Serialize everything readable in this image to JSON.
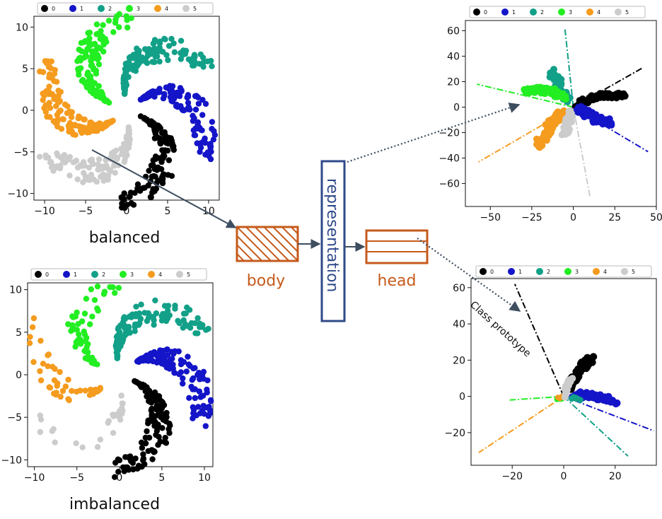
{
  "colors": {
    "c0": "#000000",
    "c1": "#1414c8",
    "c2": "#12a088",
    "c3": "#22ee22",
    "c4": "#f59b1e",
    "c5": "#cccccc",
    "box": "#c55a1b",
    "rep": "#2f4a8a",
    "arrow": "#3e4e60"
  },
  "labels": {
    "balanced": "balanced",
    "imbalanced": "imbalanced",
    "body": "body",
    "head": "head",
    "representation": "representation",
    "class_prototype": "Class prototype"
  },
  "legend": [
    "0",
    "1",
    "2",
    "3",
    "4",
    "5"
  ],
  "chart_data": [
    {
      "type": "scatter",
      "name_ref": "balanced",
      "xlim": [
        -11.3,
        11.3
      ],
      "ylim": [
        -10.8,
        11.3
      ],
      "xticks": [
        "−10",
        "−5",
        "0",
        "5",
        "10"
      ],
      "xtick_vals": [
        -10,
        -5,
        0,
        5,
        10
      ],
      "yticks": [
        "10",
        "5",
        "0",
        "−5",
        "−10"
      ],
      "ytick_vals": [
        10,
        5,
        0,
        -5,
        -10
      ],
      "series": [
        "0",
        "1",
        "2",
        "3",
        "4",
        "5"
      ],
      "shape": "six crescent arms of equal size"
    },
    {
      "type": "scatter",
      "name_ref": "imbalanced",
      "xlim": [
        -10.8,
        11.0
      ],
      "ylim": [
        -10.8,
        10.8
      ],
      "xticks": [
        "−10",
        "−5",
        "0",
        "5",
        "10"
      ],
      "xtick_vals": [
        -10,
        -5,
        0,
        5,
        10
      ],
      "yticks": [
        "10",
        "5",
        "0",
        "−5",
        "−10"
      ],
      "ytick_vals": [
        10,
        5,
        0,
        -5,
        -10
      ],
      "series": [
        "0",
        "1",
        "2",
        "3",
        "4",
        "5"
      ],
      "shape": "six crescent arms, classes 3, 4 and 5 sparse"
    },
    {
      "type": "scatter",
      "name_ref": "balanced representation",
      "xlim": [
        -65,
        50
      ],
      "ylim": [
        -78,
        68
      ],
      "xticks": [
        "−50",
        "−25",
        "0",
        "25",
        "50"
      ],
      "xtick_vals": [
        -50,
        -25,
        0,
        25,
        50
      ],
      "yticks": [
        "60",
        "40",
        "20",
        "0",
        "−20",
        "−40",
        "−60"
      ],
      "ytick_vals": [
        60,
        40,
        20,
        0,
        -20,
        -40,
        -60
      ],
      "series": [
        "0",
        "1",
        "2",
        "3",
        "4",
        "5"
      ],
      "prototypes": [
        {
          "series": "0",
          "end": [
            42,
            31
          ]
        },
        {
          "series": "1",
          "end": [
            45,
            -35
          ]
        },
        {
          "series": "2",
          "end": [
            -5,
            61
          ]
        },
        {
          "series": "3",
          "end": [
            -58,
            18
          ]
        },
        {
          "series": "4",
          "end": [
            -57,
            -43
          ]
        },
        {
          "series": "5",
          "end": [
            10,
            -70
          ]
        }
      ]
    },
    {
      "type": "scatter",
      "name_ref": "imbalanced representation",
      "xlim": [
        -36,
        36
      ],
      "ylim": [
        -38,
        65
      ],
      "xticks": [
        "−20",
        "0",
        "20"
      ],
      "xtick_vals": [
        -20,
        0,
        20
      ],
      "yticks": [
        "60",
        "40",
        "20",
        "0",
        "−20"
      ],
      "ytick_vals": [
        60,
        40,
        20,
        0,
        -20
      ],
      "series": [
        "0",
        "1",
        "2",
        "3",
        "4",
        "5"
      ],
      "prototypes": [
        {
          "series": "0",
          "end": [
            -19,
            62
          ]
        },
        {
          "series": "1",
          "end": [
            35,
            -19
          ]
        },
        {
          "series": "2",
          "end": [
            25,
            -33
          ]
        },
        {
          "series": "3",
          "end": [
            -21,
            -2
          ]
        },
        {
          "series": "4",
          "end": [
            -33,
            -31
          ]
        },
        {
          "series": "5",
          "end": [
            -2,
            0
          ]
        }
      ]
    }
  ]
}
